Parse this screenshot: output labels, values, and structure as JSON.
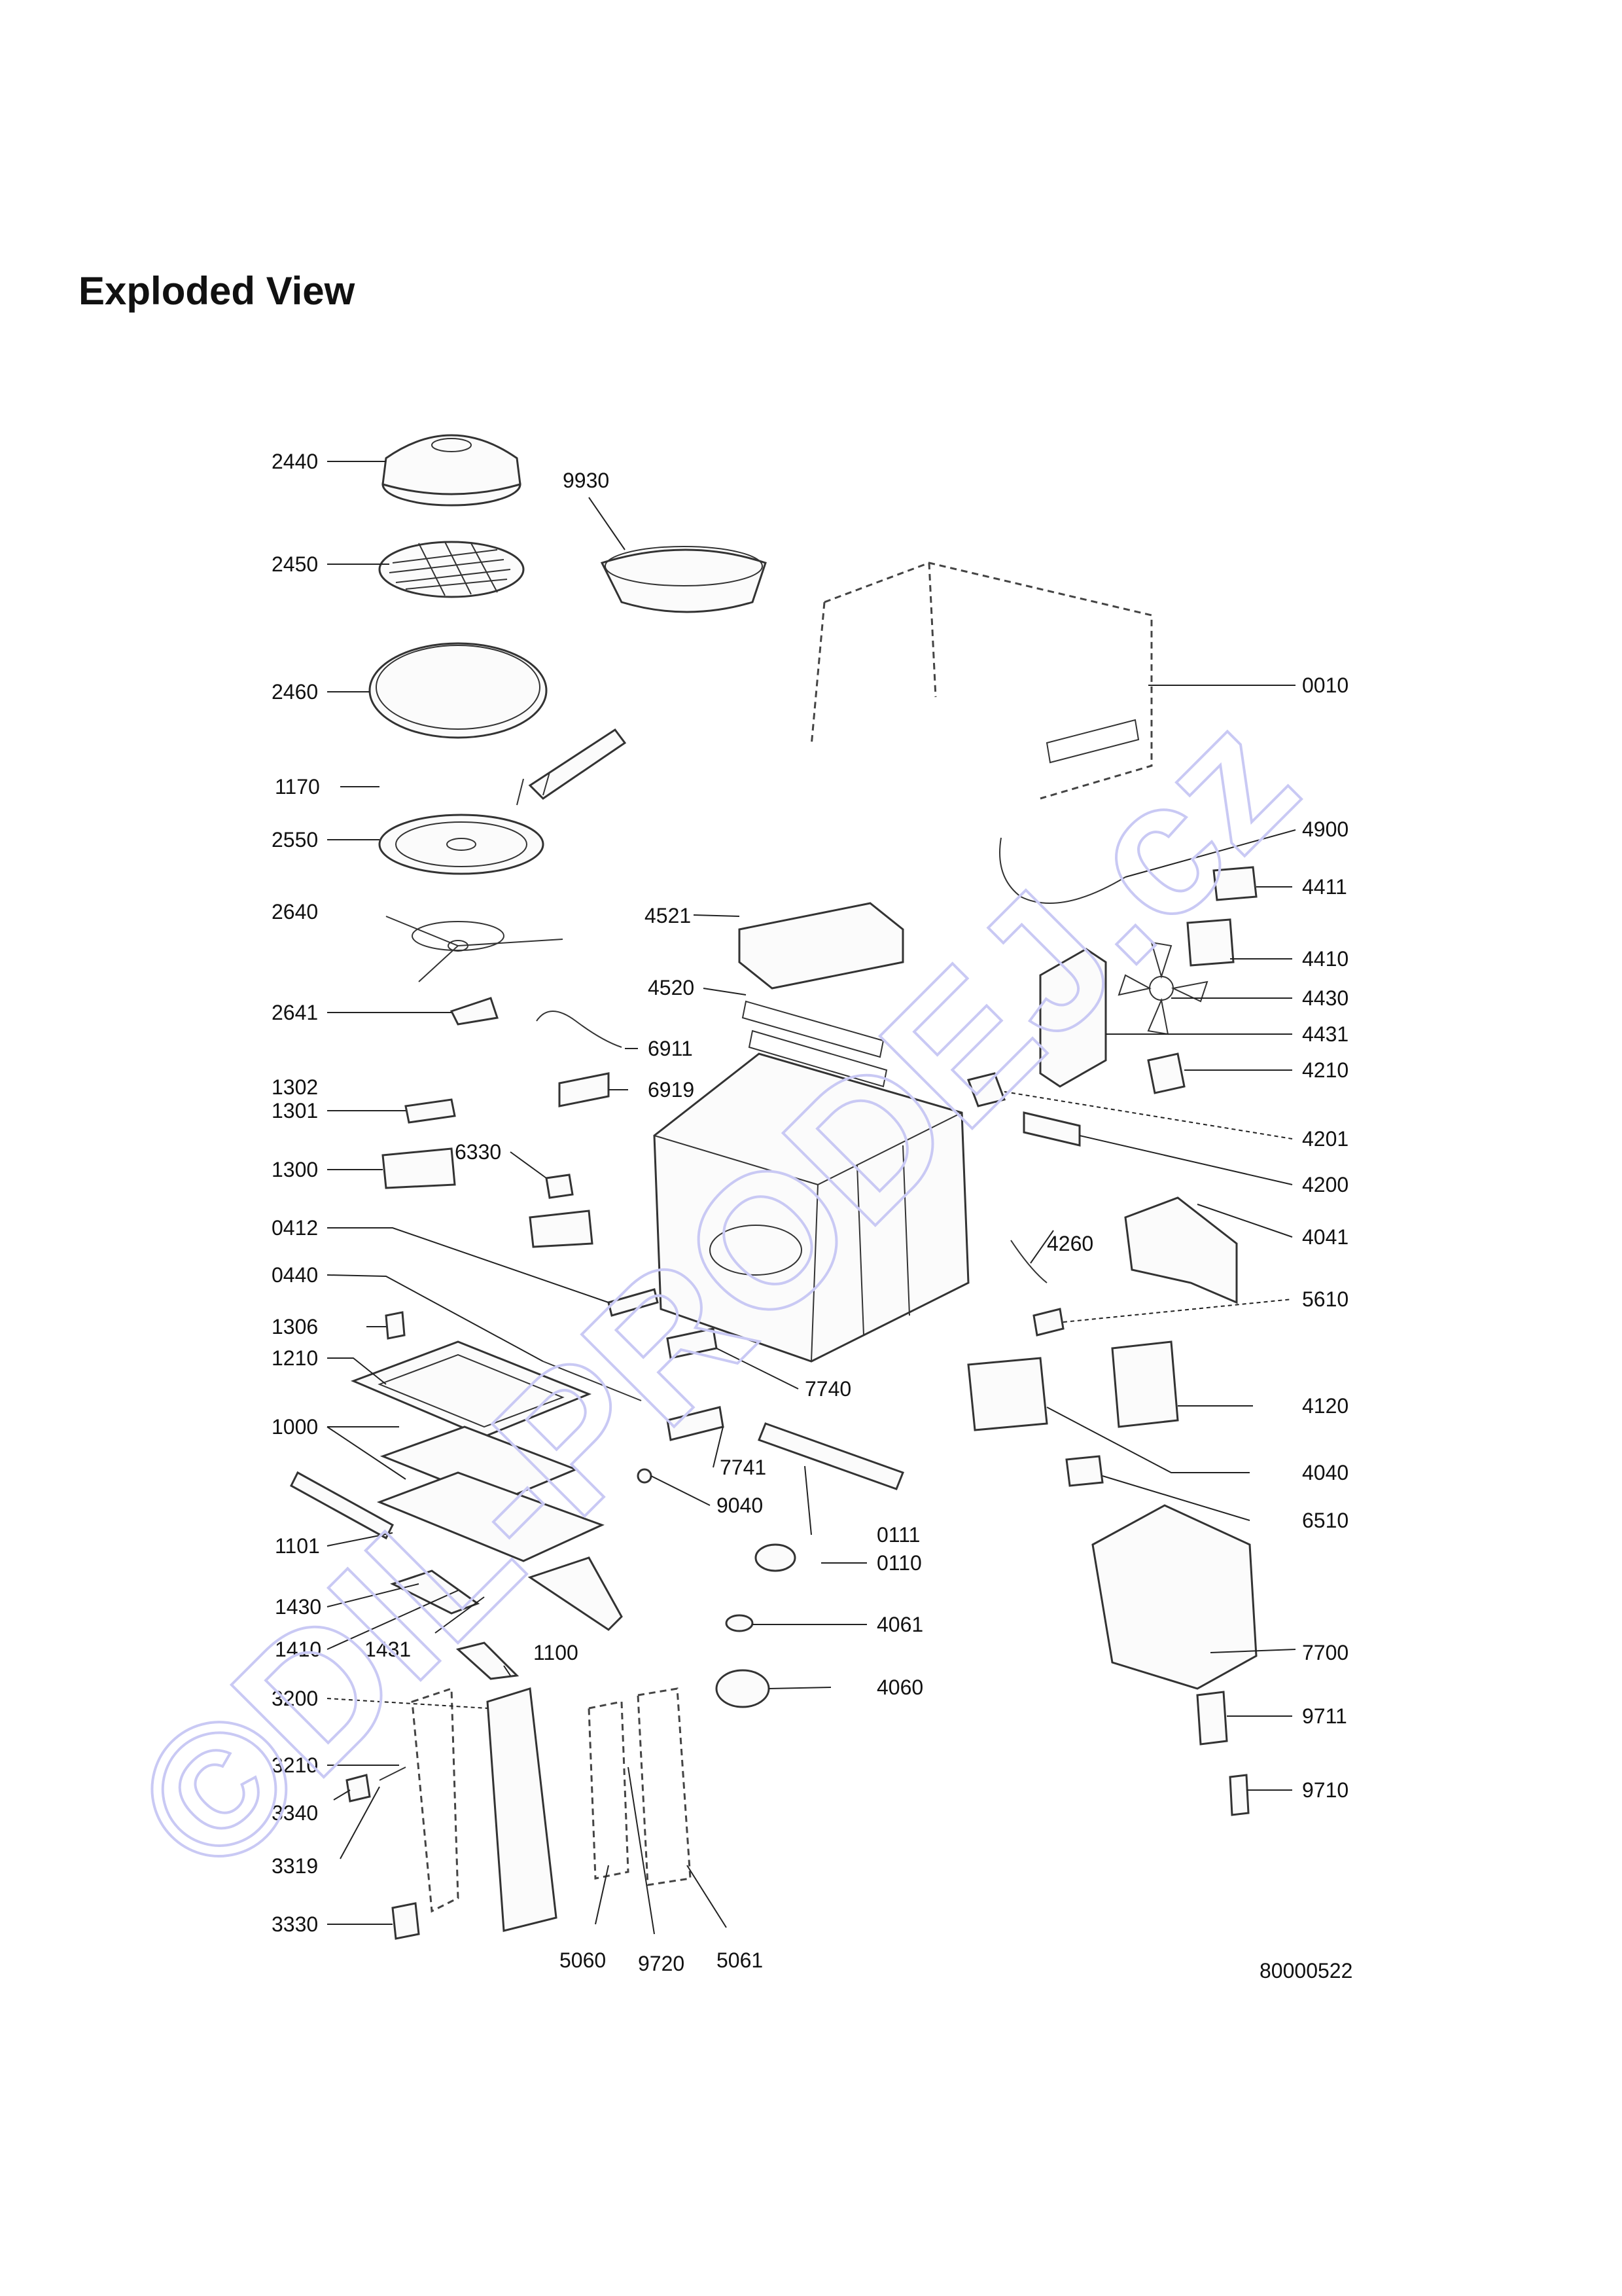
{
  "title": "Exploded View",
  "drawing_number": "80000522",
  "watermark": "©DIL-PRODEJ.cz",
  "colors": {
    "watermark": "#c9c9f4",
    "line": "#222222"
  },
  "callouts": [
    "2440",
    "9930",
    "2450",
    "2460",
    "0010",
    "1170",
    "2550",
    "4900",
    "4411",
    "2640",
    "4521",
    "4410",
    "4520",
    "4430",
    "2641",
    "4431",
    "6911",
    "4210",
    "1302",
    "6919",
    "1301",
    "4201",
    "6330",
    "1300",
    "4200",
    "0412",
    "4041",
    "4260",
    "0440",
    "5610",
    "1306",
    "1210",
    "7740",
    "4120",
    "1000",
    "7741",
    "4040",
    "9040",
    "6510",
    "0111",
    "1101",
    "0110",
    "1430",
    "7700",
    "4061",
    "1410",
    "1431",
    "1100",
    "3200",
    "4060",
    "3210",
    "9711",
    "9710",
    "3340",
    "3319",
    "3330",
    "5060",
    "9720",
    "5061"
  ]
}
